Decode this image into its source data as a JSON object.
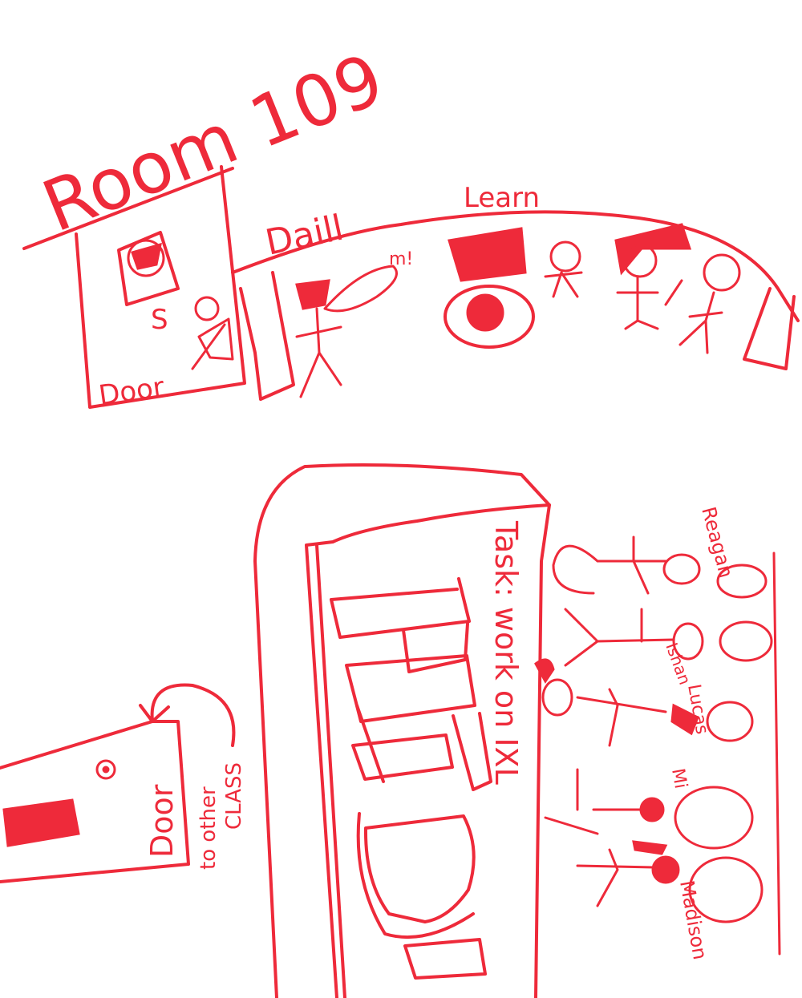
{
  "ink_color": "#ee2a3a",
  "paper_color": "#ffffff",
  "title": "Room 109",
  "top_section": {
    "door_label": "Door",
    "poster_label": "S",
    "hallway_label": "Daill",
    "hallway_exclaim": "m!",
    "learn_label": "Learn"
  },
  "bottom_section": {
    "other_door_label": "Door",
    "other_door_caption_line1": "to other",
    "other_door_caption_line2": "CLASS",
    "board_task": "Task: work on IXL",
    "students": [
      {
        "name": "Reagan"
      },
      {
        "name": "Ishan"
      },
      {
        "name": "Lucas"
      },
      {
        "name": "Mi"
      },
      {
        "name": "Madison"
      }
    ]
  }
}
